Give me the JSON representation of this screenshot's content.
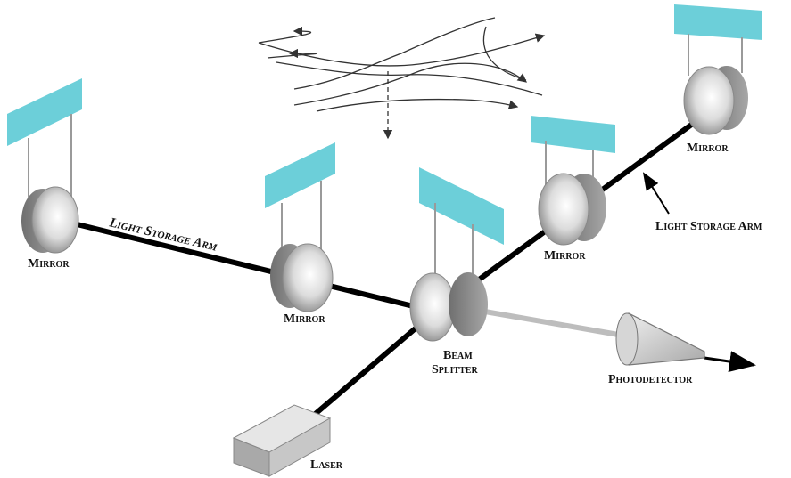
{
  "labels": {
    "mirror_far_left": "Mirror",
    "mirror_left_inner": "Mirror",
    "mirror_right_inner": "Mirror",
    "mirror_far_right": "Mirror",
    "arm_left": "Light Storage Arm",
    "arm_right": "Light Storage Arm",
    "beam_splitter_line1": "Beam",
    "beam_splitter_line2": "Splitter",
    "photodetector": "Photodetector",
    "laser": "Laser"
  },
  "colors": {
    "mount": "#6ccfd9",
    "beam": "#000000",
    "output_beam": "#bdbdbd",
    "cylinder_side": "#8f8f8f",
    "wire": "#9a9a9a",
    "wave_lines": "#333333"
  }
}
